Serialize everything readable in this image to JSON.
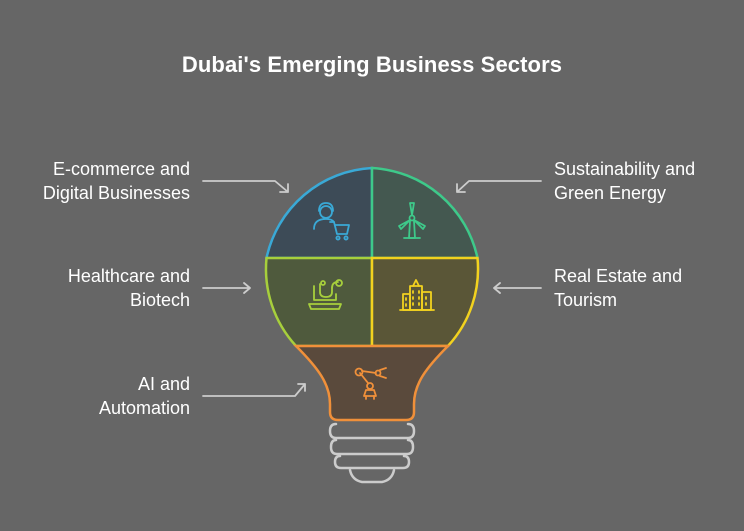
{
  "title": "Dubai's Emerging Business Sectors",
  "sectors": [
    {
      "key": "ecommerce",
      "line1": "E-commerce and",
      "line2": "Digital Businesses",
      "icon": "shopping-cart-person-icon",
      "color": "#3aa9d6"
    },
    {
      "key": "sustainability",
      "line1": "Sustainability and",
      "line2": "Green Energy",
      "icon": "wind-turbine-icon",
      "color": "#3ec98a"
    },
    {
      "key": "healthcare",
      "line1": "Healthcare and",
      "line2": "Biotech",
      "icon": "stethoscope-laptop-icon",
      "color": "#a7cf3c"
    },
    {
      "key": "realestate",
      "line1": "Real Estate and",
      "line2": "Tourism",
      "icon": "city-buildings-icon",
      "color": "#f2d21f"
    },
    {
      "key": "ai",
      "line1": "AI and",
      "line2": "Automation",
      "icon": "robot-arm-icon",
      "color": "#f0903a"
    }
  ],
  "colors": {
    "background": "#666666",
    "bulb_base": "#cccccc",
    "connector": "#cccccc"
  }
}
